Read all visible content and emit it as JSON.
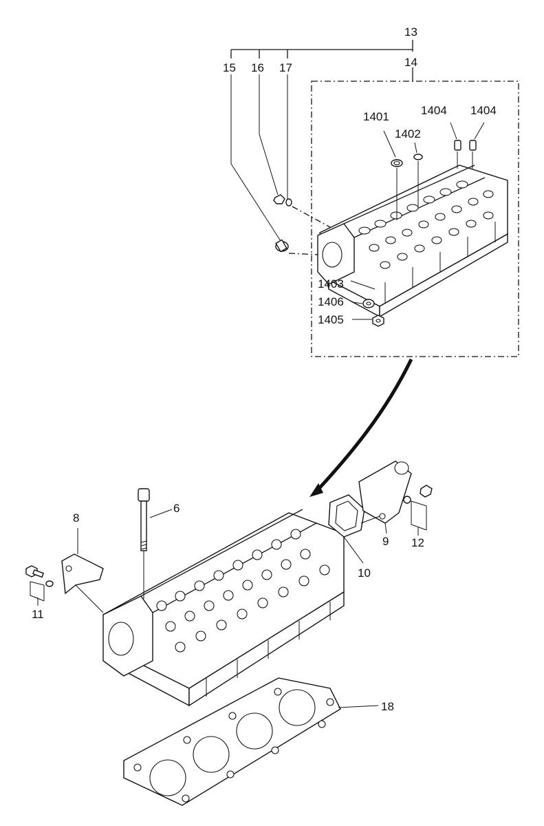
{
  "callouts": {
    "c13": "13",
    "c14": "14",
    "c15": "15",
    "c16": "16",
    "c17": "17",
    "c1401": "1401",
    "c1402": "1402",
    "c1404a": "1404",
    "c1404b": "1404",
    "c1403": "1403",
    "c1406": "1406",
    "c1405": "1405",
    "c6": "6",
    "c8": "8",
    "c9": "9",
    "c10": "10",
    "c11": "11",
    "c12": "12",
    "c18": "18"
  }
}
